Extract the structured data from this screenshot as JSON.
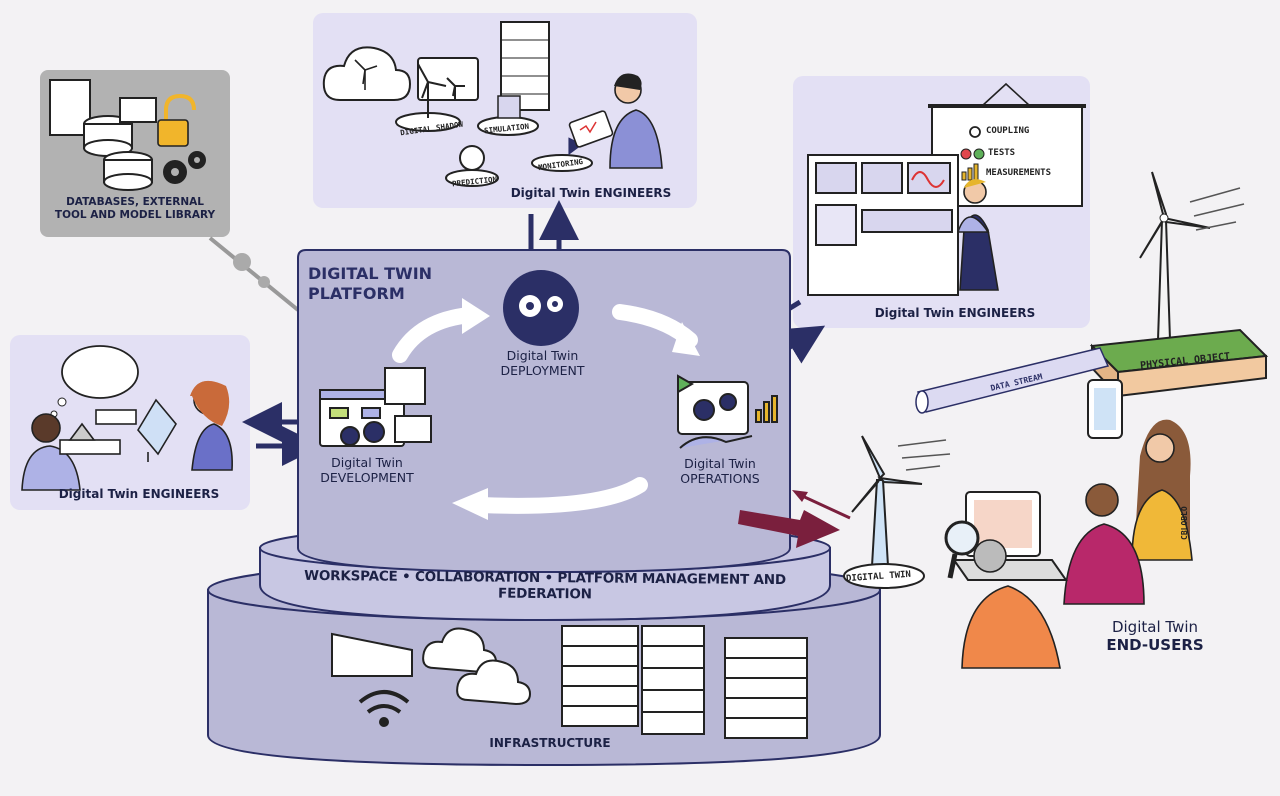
{
  "platform": {
    "title_line1": "DIGITAL TWIN",
    "title_line2": "PLATFORM",
    "workspace_band": "WORKSPACE • COLLABORATION • PLATFORM MANAGEMENT AND FEDERATION",
    "infrastructure": "INFRASTRUCTURE"
  },
  "stages": {
    "deployment_line1": "Digital Twin",
    "deployment_line2": "DEPLOYMENT",
    "development_line1": "Digital Twin",
    "development_line2": "DEVELOPMENT",
    "operations_line1": "Digital Twin",
    "operations_line2": "OPERATIONS"
  },
  "panels": {
    "databases_line1": "DATABASES, EXTERNAL",
    "databases_line2": "TOOL AND MODEL LIBRARY",
    "top_engineers": "Digital Twin ENGINEERS",
    "right_engineers": "Digital Twin ENGINEERS",
    "left_engineers": "Digital Twin ENGINEERS"
  },
  "top_panel_tags": {
    "digital_shadow": "DIGITAL SHADOW",
    "simulation": "SIMULATION",
    "prediction": "PREDICTION",
    "monitoring": "MONITORING"
  },
  "whiteboard": {
    "coupling": "COUPLING",
    "tests": "TESTS",
    "measurements": "MEASUREMENTS"
  },
  "physical": {
    "physical_object": "PHYSICAL OBJECT",
    "data_stream": "DATA STREAM",
    "digital_twin_tag": "DIGITAL TWIN"
  },
  "end_users": {
    "line1": "Digital Twin",
    "line2": "END-USERS"
  },
  "signature": "CBLOBLO",
  "colors": {
    "platform_fill": "#b9b8d6",
    "panel_fill": "#e3e0f4",
    "gray_panel": "#b2b2b2",
    "navy": "#2b2f66",
    "maroon": "#7a1f3d"
  }
}
